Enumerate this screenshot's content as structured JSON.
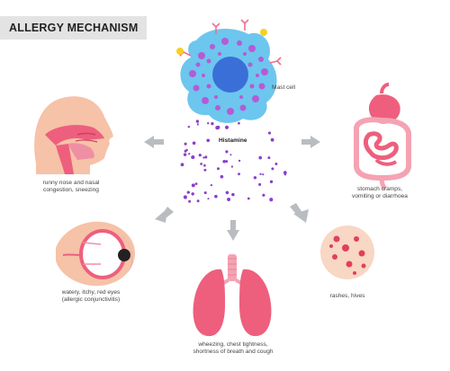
{
  "title": "ALLERGY MECHANISM",
  "mast_cell_label": "Mast cell",
  "histamine_label": "Histamine",
  "effects": {
    "nose": [
      "runny nose and nasal",
      "congestion, sneezing"
    ],
    "stomach": [
      "stomach cramps,",
      "vomiting or diarrhoea"
    ],
    "eyes": [
      "watery, itchy, red eyes",
      "(allergic conjunctivitis)"
    ],
    "lungs": [
      "wheezing, chest tightness,",
      "shortness of breath and cough"
    ],
    "skin": [
      "rashes, hives"
    ]
  },
  "colors": {
    "mast_cell": "#6cc6ee",
    "nucleus": "#3a6fd8",
    "granule": "#b65ad6",
    "histamine_dot": "#8a3fc9",
    "arrow": "#b9bcc0",
    "organ_pink": "#ee5f7d",
    "skin_tone": "#f6c2a8"
  }
}
